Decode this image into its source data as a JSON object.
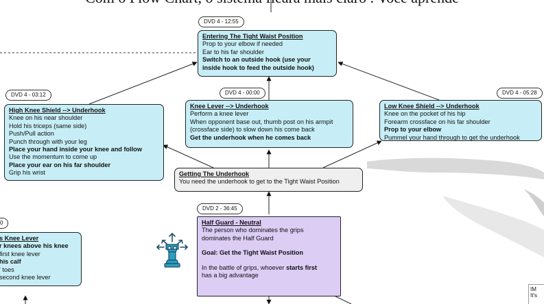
{
  "banner": "Com o Flow Chart, o sistema ficará mais claro . Você aprende",
  "tags": {
    "top": "DVD 4 - 12:55",
    "left": "DVD 4 - 03:12",
    "center": "DVD 4 - 00:00",
    "right": "DVD 4 - 05:28",
    "bottom": "DVD 2 - 36:45",
    "partial_left": "0"
  },
  "nodes": {
    "tight_waist": {
      "title": "Entering The Tight Waist Position",
      "lines": [
        "Prop to your elbow if needed",
        "Ear to his far shoulder"
      ],
      "bold_lines": [
        "Switch to an outside hook (use your",
        "inside hook to feed the outside hook)"
      ]
    },
    "high_knee": {
      "title": "High Knee Shield --> Underhook",
      "l1": "Knee on his near shoulder",
      "l2": "Hold his triceps (same side)",
      "l3": "Push/Pull action",
      "l4": "Punch through with your leg",
      "l5": "Place your hand inside your knee and follow",
      "l6": "Use the momentum to come up",
      "l7": "Place your ear on his far shoulder",
      "l8": "Grip his wrist"
    },
    "knee_lever": {
      "title": "Knee Lever --> Underhook",
      "l1": "Perform a knee lever",
      "l2": "When opponent base out, thumb post on his armpit",
      "l3": "(crossface side) to slow down his come back",
      "l4": "Get the underhook when he comes back"
    },
    "low_knee": {
      "title": "Low Knee Shield --> Underhook",
      "l1": "Knee on the pocket of his hip",
      "l2": "Forearm crossface on his far shoulder",
      "l3": "Prop to your elbow",
      "l4": "Pummel your hand through to get the underhook"
    },
    "getting_underhook": {
      "title": "Getting The Underhook",
      "l1": "You need the underhook to get to the Tight Waist Position"
    },
    "half_guard": {
      "title": "Half Guard - Neutral",
      "l1": "The person who dominates the grips",
      "l2": "dominates the Half Guard",
      "goal": "Goal: Get the Tight Waist Position",
      "l3_a": "In the battle of grips, whoever ",
      "l3_b": "starts first",
      "l4": "has a big advantage"
    },
    "partial_knee": {
      "title": "s Knee Lever",
      "l1": "r knees above his knee",
      "l2": "first knee lever",
      "l3": "his calf",
      "l4": "' toes",
      "l5": "second knee lever"
    }
  },
  "clip_text": "IM\nIt's"
}
